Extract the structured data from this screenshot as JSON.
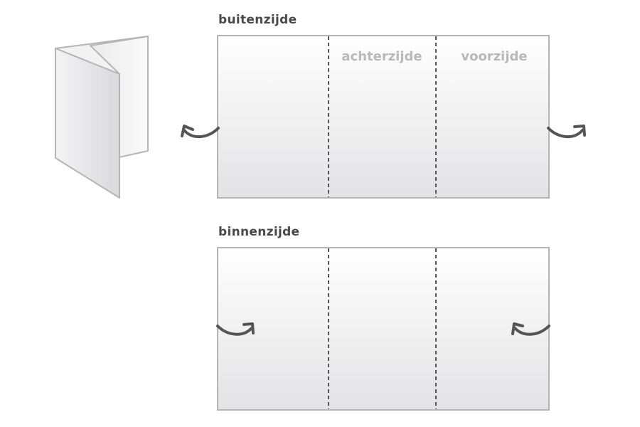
{
  "outside": {
    "label": "buitenzijde",
    "panels": [
      {
        "label": ""
      },
      {
        "label": "achterzijde"
      },
      {
        "label": "voorzijde"
      }
    ]
  },
  "inside": {
    "label": "binnenzijde",
    "panels": [
      {
        "label": ""
      },
      {
        "label": ""
      },
      {
        "label": ""
      }
    ]
  },
  "colors": {
    "border": "#b5b5b5",
    "fold_line": "#555555",
    "arrow": "#555555",
    "panel_gradient_top": "#ffffff",
    "panel_gradient_bottom": "#e3e3e5",
    "label_text": "#4a4a4a",
    "panel_label_text": "#b9b9b9"
  },
  "icons": {
    "folded_brochure": "folded-brochure-icon",
    "fold_arrow": "curved-arrow-icon"
  }
}
